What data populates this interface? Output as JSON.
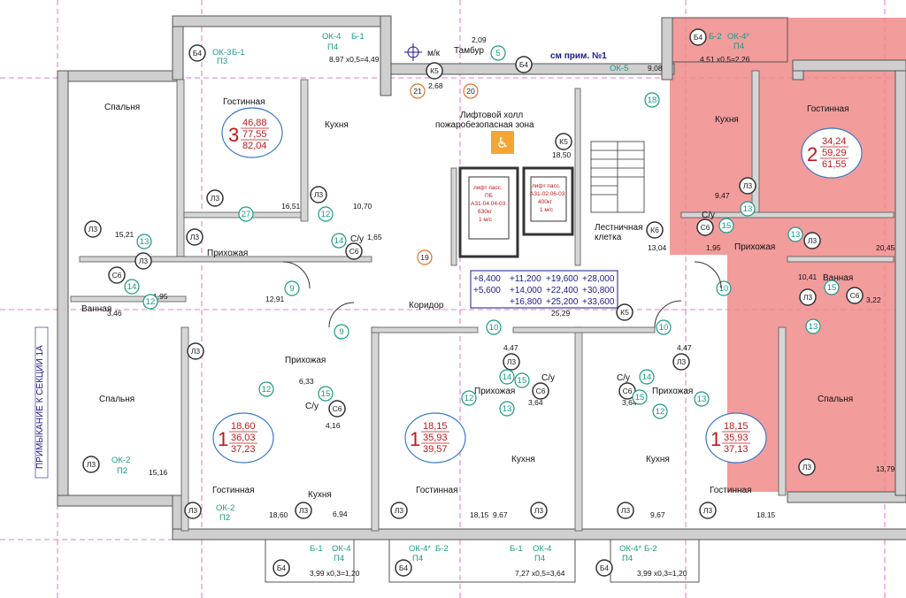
{
  "colors": {
    "highlight": "#f08b8b",
    "teal": "#1a9a86",
    "navy": "#1a1a8a",
    "red": "#c0181b"
  },
  "side_label": "ПРИМЫКАНИЕ К СЕКЦИИ 1А",
  "note": "см прим. №1",
  "elevator_hall": {
    "line1": "Лифтовой холл",
    "line2": "пожаробезопасная зона",
    "area": "18,50"
  },
  "lift_left": {
    "l1": "лифт пасс.",
    "l2": "ПБ",
    "l3": "А31-04.04-03",
    "l4": "630кг",
    "l5": "1 м/с"
  },
  "lift_right": {
    "l1": "лифт пасс.",
    "l2": "А31-02.06-03",
    "l3": "400кг",
    "l4": "1 м/с"
  },
  "levels": [
    "+8,400",
    "+11,200",
    "+19,600",
    "+28,000",
    "+5,600",
    "+14,000",
    "+22,400",
    "+30,800",
    "+16,800",
    "+25,200",
    "+33,600"
  ],
  "rooms": {
    "bedroom_a": "Спальня",
    "living_a": "Гостинная",
    "kitchen_a": "Кухня",
    "hall_a": "Прихожая",
    "bath_a": "Ванная",
    "wc_a": "С/у",
    "tambur": "Тамбур",
    "mk": "м/к",
    "stair": "Лестничная",
    "stair2": "клетка",
    "corridor": "Коридор",
    "kitchen_b": "Кухня",
    "living_b": "Гостинная",
    "hall_b": "Прихожая",
    "wc_b": "С/у",
    "bath_b": "Ванная",
    "bedroom_b": "Спальня",
    "hall_c": "Прихожая",
    "wc_c": "С/у",
    "bedroom_c": "Спальня",
    "living_c": "Гостинная",
    "kitchen_c": "Кухня",
    "hall_d": "Прихожая",
    "wc_d": "С/у",
    "kitchen_d": "Кухня",
    "living_d": "Гостинная",
    "hall_e": "Прихожая",
    "wc_e": "С/у",
    "kitchen_e": "Кухня",
    "living_e": "Гостинная"
  },
  "areas": {
    "a_liv": "16,51",
    "a_kit": "10,70",
    "a_hall": "15,21",
    "a_wc": "1,65",
    "a_bath": "1,95",
    "a_bath2": "3,46",
    "a_cor": "12,91",
    "stair": "13,04",
    "tambur": "2,09",
    "mk": "2,68",
    "corridor": "25,29",
    "ok5": "9,08",
    "b_kit": "9,47",
    "b_wc": "1,95",
    "b_liv": "20,45",
    "b_bath": "10,41",
    "b_bath2": "3,22",
    "b_bed": "13,79",
    "c_hall": "6,33",
    "c_wc": "4,16",
    "c_bed": "15,16",
    "c_liv": "18,60",
    "c_kit": "6,94",
    "d_hall": "4,47",
    "d_wc": "3,64",
    "d_liv": "18,15",
    "d_kit": "9,67",
    "e_hall": "4,47",
    "e_wc": "3,64",
    "e_kit": "9,67",
    "e_liv": "18,15"
  },
  "apartments": [
    {
      "rooms": "3",
      "v1": "46,88",
      "v2": "77,55",
      "v3": "82,04"
    },
    {
      "rooms": "2",
      "v1": "34,24",
      "v2": "59,29",
      "v3": "61,55"
    },
    {
      "rooms": "1",
      "v1": "18,60",
      "v2": "36,03",
      "v3": "37,23"
    },
    {
      "rooms": "1",
      "v1": "18,15",
      "v2": "35,93",
      "v3": "39,57"
    },
    {
      "rooms": "1",
      "v1": "18,15",
      "v2": "35,93",
      "v3": "37,13"
    }
  ],
  "balconies": {
    "top_a": {
      "code": "ОК-3",
      "b": "Б-1",
      "p": "П3",
      "dim": ""
    },
    "top_b": {
      "code": "ОК-4",
      "b": "Б-1",
      "p": "П4",
      "dim": "8,97 x0,5=4,49"
    },
    "top_c": {
      "code": "Б-2",
      "ok": "ОК-4*",
      "p": "П4",
      "dim": "4,51 x0,5=2,26"
    },
    "ok5": "ОК-5",
    "bot_a": {
      "b": "Б-1",
      "ok": "ОК-4",
      "p": "П4",
      "dim": "3,99 x0,3=1,20"
    },
    "bot_b": {
      "ok": "ОК-4*",
      "b": "Б-2",
      "p": "П4"
    },
    "bot_c": {
      "b": "Б-1",
      "ok": "ОК-4",
      "p": "П4",
      "dim": "7,27 x0,5=3,64"
    },
    "bot_d": {
      "ok": "ОК-4*",
      "b": "Б-2",
      "p": "П4",
      "dim": "3,99 x0,3=1,20"
    },
    "win_left": {
      "ok": "ОК-2",
      "p": "П2"
    },
    "win_mid": {
      "ok": "ОК-2",
      "p": "П2"
    }
  },
  "marks": {
    "L3": "Л3",
    "C6": "С6",
    "B4": "Б4",
    "K5": "К5",
    "K6": "К6",
    "n5": "5",
    "n9": "9",
    "n10": "10",
    "n12": "12",
    "n13": "13",
    "n14": "14",
    "n15": "15",
    "n18": "18",
    "n19": "19",
    "n20": "20",
    "n21": "21",
    "n27": "27"
  }
}
